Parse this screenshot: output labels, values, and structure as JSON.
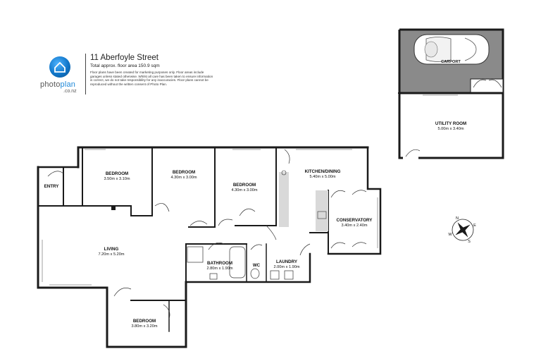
{
  "header": {
    "logo_word_a": "photo",
    "logo_word_b": "plan",
    "logo_sub": ".co.nz",
    "address": "11 Aberfoyle Street",
    "floor_area": "Total approx. floor area 150.9 sqm",
    "disclaimer": "Floor plans have been created for marketing purposes only. Floor areas include garages unless stated otherwise. Whilst all care has been taken to ensure information is correct, we do not take responsibility for any inaccuracies. Floor plans cannot be reproduced without the written consent of Photo Plan."
  },
  "rooms": {
    "carport": {
      "name": "CARPORT"
    },
    "utility": {
      "name": "UTILITY ROOM",
      "dims": "5.00m x 3.40m"
    },
    "bed1": {
      "name": "BEDROOM",
      "dims": "3.50m x 3.10m"
    },
    "bed2": {
      "name": "BEDROOM",
      "dims": "4.30m x 3.00m"
    },
    "bed3": {
      "name": "BEDROOM",
      "dims": "4.30m x 3.00m"
    },
    "kitchen": {
      "name": "KITCHEN/DINING",
      "dims": "5.40m x 5.00m"
    },
    "entry": {
      "name": "ENTRY"
    },
    "living": {
      "name": "LIVING",
      "dims": "7.20m x 5.20m"
    },
    "conservatory": {
      "name": "CONSERVATORY",
      "dims": "3.40m x 2.40m"
    },
    "bathroom": {
      "name": "BATHROOM",
      "dims": "2.80m x 1.90m"
    },
    "wc": {
      "name": "WC"
    },
    "laundry": {
      "name": "LAUNDRY",
      "dims": "2.00m x 1.90m"
    },
    "bed4": {
      "name": "BEDROOM",
      "dims": "3.80m x 3.20m"
    }
  },
  "compass": {
    "icon": "compass-rose-icon",
    "n": "N",
    "s": "S",
    "e": "E",
    "w": "W"
  },
  "colors": {
    "wall": "#1a1a1a",
    "carport_fill": "#8a8a8a",
    "counter": "#d9d9d9",
    "logo_blue": "#1e88d8"
  }
}
